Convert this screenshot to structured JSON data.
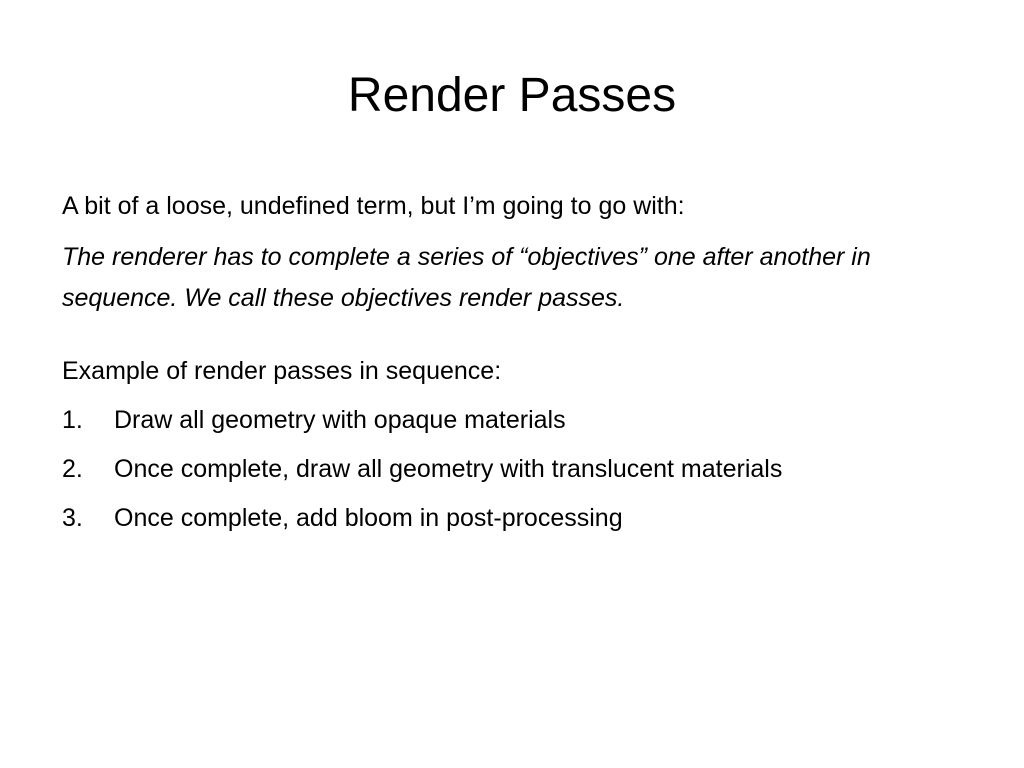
{
  "slide": {
    "title": "Render Passes",
    "intro": "A bit of a loose, undefined term, but I’m going to go with:",
    "definition": "The renderer has to complete a series of “objectives” one after another in sequence. We call these objectives render passes.",
    "example_heading": "Example of render passes in sequence:",
    "steps": [
      {
        "number": "1.",
        "text": "Draw all geometry with opaque materials"
      },
      {
        "number": "2.",
        "text": "Once complete, draw all geometry with translucent materials"
      },
      {
        "number": "3.",
        "text": "Once complete, add bloom in post-processing"
      }
    ]
  }
}
